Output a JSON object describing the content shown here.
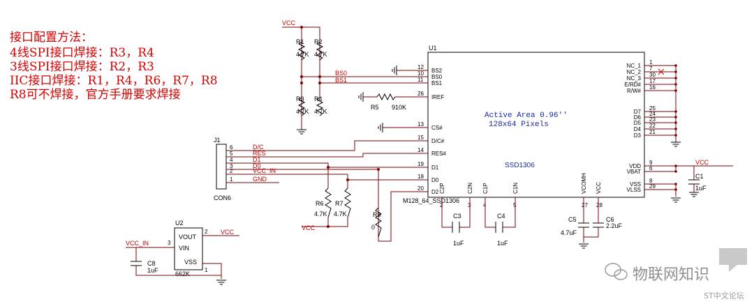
{
  "colors": {
    "wire": "#7a0000",
    "part": "#000000",
    "net_label": "#c00000",
    "note": "#d40000",
    "inner_text": "#1a2aa8"
  },
  "notes": [
    "接口配置方法：",
    "4线SPI接口焊接：R3，R4",
    "3线SPI接口焊接：R2，R3",
    "IIC接口焊接：R1，R4，R6，R7，R8",
    "R8可不焊接，官方手册要求焊接"
  ],
  "nets": {
    "vcc": "VCC",
    "bs0": "BS0",
    "bs1": "BS1",
    "dc": "D/C",
    "res": "RES",
    "d1": "D1",
    "d0": "D0",
    "vcc_in": "VCC_IN",
    "gnd": "GND"
  },
  "u1": {
    "ref": "U1",
    "value": "SSD1306",
    "footprint": "M128_64_SSD1306",
    "area_line1": "Active Area 0.96''",
    "area_line2": "128x64 Pixels",
    "left_pins": [
      {
        "num": "12",
        "name": "BS2"
      },
      {
        "num": "10",
        "name": "BS0"
      },
      {
        "num": "11",
        "name": "BS1"
      },
      {
        "num": "26",
        "name": "IREF"
      },
      {
        "num": "13",
        "name": "CS#"
      },
      {
        "num": "15",
        "name": "D/C#"
      },
      {
        "num": "14",
        "name": "RES#"
      },
      {
        "num": "19",
        "name": "D1"
      },
      {
        "num": "18",
        "name": "D0"
      },
      {
        "num": "20",
        "name": "D2"
      }
    ],
    "right_pins": [
      {
        "num": "1",
        "name": "NC_1"
      },
      {
        "num": "7",
        "name": "NC_2"
      },
      {
        "num": "30",
        "name": "NC_3"
      },
      {
        "num": "17",
        "name": "E/RD#"
      },
      {
        "num": "16",
        "name": "R/W#"
      },
      {
        "num": "25",
        "name": "D7"
      },
      {
        "num": "24",
        "name": "D6"
      },
      {
        "num": "23",
        "name": "D5"
      },
      {
        "num": "22",
        "name": "D4"
      },
      {
        "num": "21",
        "name": "D3"
      },
      {
        "num": "9",
        "name": "VDD"
      },
      {
        "num": "6",
        "name": "VBAT"
      },
      {
        "num": "8",
        "name": "VSS"
      },
      {
        "num": "29",
        "name": "VLSS"
      }
    ],
    "bottom_pins": [
      {
        "num": "2",
        "name": "C2P"
      },
      {
        "num": "3",
        "name": "C2N"
      },
      {
        "num": "4",
        "name": "C1P"
      },
      {
        "num": "5",
        "name": "C1N"
      },
      {
        "num": "27",
        "name": "VCOMH"
      },
      {
        "num": "28",
        "name": "VCC"
      }
    ]
  },
  "j1": {
    "ref": "J1",
    "value": "CON6",
    "pins": [
      {
        "num": "6",
        "net": "D/C"
      },
      {
        "num": "5",
        "net": "RES"
      },
      {
        "num": "4",
        "net": "D1"
      },
      {
        "num": "3",
        "net": "D0"
      },
      {
        "num": "2",
        "net": "VCC_IN"
      },
      {
        "num": "1",
        "net": "GND"
      }
    ]
  },
  "u2": {
    "ref": "U2",
    "value": "662K",
    "vout": "VOUT",
    "vin": "VIN",
    "vss": "VSS",
    "pin_vout": "2",
    "pin_vin": "3",
    "pin_vss": "1"
  },
  "parts": {
    "r1": {
      "ref": "R1",
      "value": "4.7K"
    },
    "r2": {
      "ref": "R2",
      "value": "4.7K"
    },
    "r3": {
      "ref": "R3",
      "value": "4.7K"
    },
    "r4": {
      "ref": "R4",
      "value": "4.7K"
    },
    "r5": {
      "ref": "R5",
      "value": "910K"
    },
    "r6": {
      "ref": "R6",
      "value": "4.7K"
    },
    "r7": {
      "ref": "R7",
      "value": "4.7K"
    },
    "r8": {
      "ref": "R8",
      "value": "0"
    },
    "c1": {
      "ref": "C1",
      "value": "1uF"
    },
    "c3": {
      "ref": "C3",
      "value": "1uF"
    },
    "c4": {
      "ref": "C4",
      "value": "1uF"
    },
    "c5": {
      "ref": "C5",
      "value": "4.7uF"
    },
    "c6": {
      "ref": "C6",
      "value": "2.2uF"
    },
    "c8": {
      "ref": "C8",
      "value": "1uF"
    }
  },
  "watermark": {
    "text": "物联网知识",
    "forum": "ST中文论坛"
  }
}
